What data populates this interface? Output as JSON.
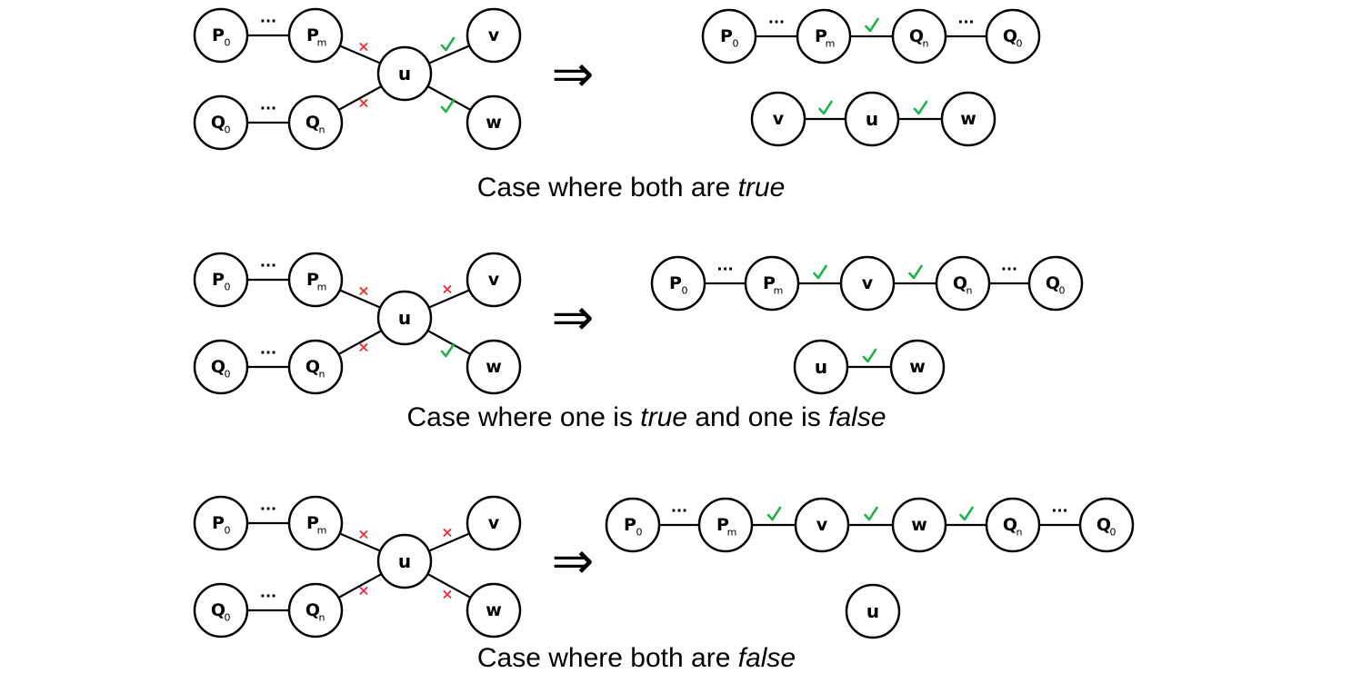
{
  "labels": {
    "u": "u",
    "v": "v",
    "w": "w",
    "P": "P",
    "Q": "Q",
    "sub0": "0",
    "subm": "m",
    "subn": "n",
    "dots": "···",
    "cross": "×",
    "implies": "⇒"
  },
  "colors": {
    "cross": "#e8323c",
    "check": "#22b14c"
  },
  "captions": [
    {
      "prefix": "Case where both are ",
      "em1": "true",
      "middle": "",
      "em2": ""
    },
    {
      "prefix": "Case where one is ",
      "em1": "true",
      "middle": " and one is ",
      "em2": "false"
    },
    {
      "prefix": "Case where both are ",
      "em1": "false",
      "middle": "",
      "em2": ""
    }
  ]
}
